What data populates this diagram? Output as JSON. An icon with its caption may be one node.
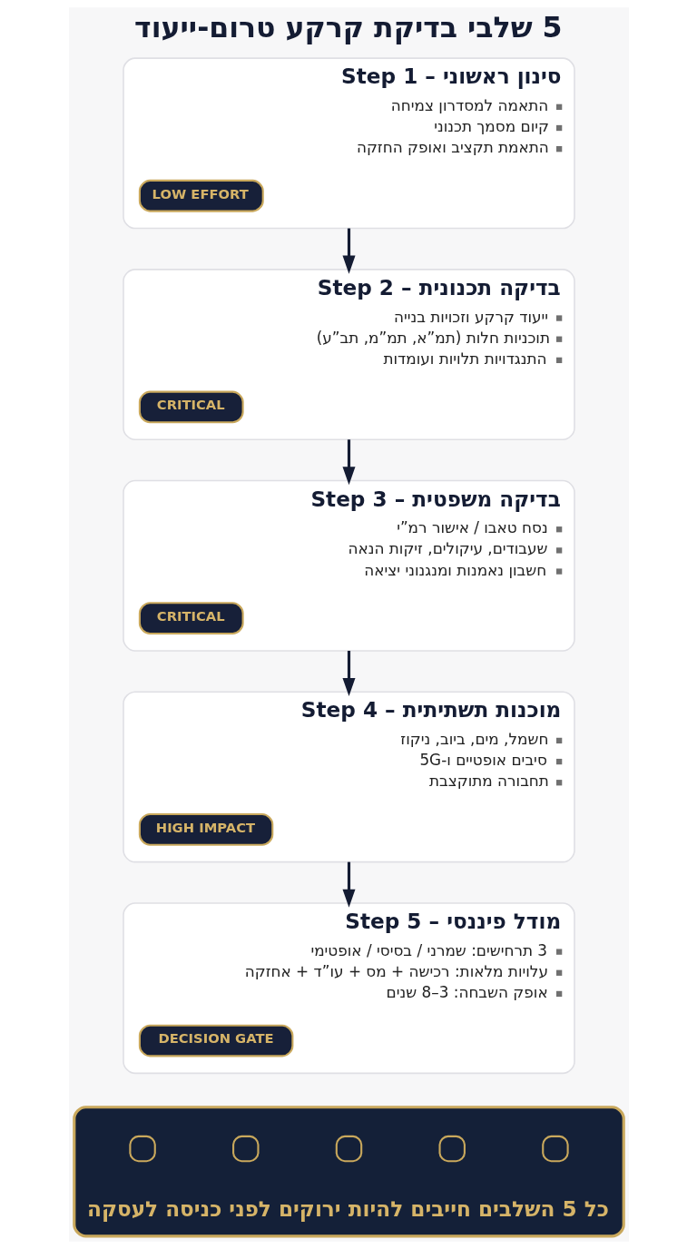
{
  "diagram": {
    "title": "5 שלבי בדיקת קרקע טרום-ייעוד",
    "nodes": [
      {
        "text": [
          "סינון ראשוני – Step 1",
          "התאמה למסדרון צמיחה",
          "קיום מסמך תכנוני",
          "התאמת תקציב ואופק החזקה"
        ]
      },
      {
        "text": [
          "LOW EFFORT"
        ],
        "in": 0
      },
      {
        "text": [
          "בדיקה תכנונית – Step 2",
          "ייעוד קרקע וזכויות בנייה",
          "תוכניות חלות (תמ”א, תמ”מ, תב”ע)",
          "התנגדויות תלויות ועומדות"
        ]
      },
      {
        "text": [
          "CRITICAL"
        ],
        "in": 2
      },
      {
        "text": [
          "בדיקה משפטית – Step 3",
          "נסח טאבו / אישור רמ”י",
          "שעבודים, עיקולים, זיקות הנאה",
          "חשבון נאמנות ומנגנוני יציאה"
        ]
      },
      {
        "text": [
          "CRITICAL"
        ],
        "in": 4
      },
      {
        "text": [
          "מוכנות תשתיתית – Step 4",
          "חשמל, מים, ביוב, ניקוז",
          "סיבים אופטיים ו-5G",
          "תחבורה מתוקצבת"
        ]
      },
      {
        "text": [
          "HIGH IMPACT"
        ],
        "in": 6
      },
      {
        "text": [
          "מודל פיננסי – Step 5",
          "3 תרחישים: שמרני / בסיסי / אופטימי",
          "עלויות מלאות: רכישה + מס + עו”ד + אחזקה",
          "אופק השבחה: 3–8 שנים"
        ]
      },
      {
        "text": [
          "DECISION GATE"
        ],
        "in": 8
      },
      {
        "text": [
          "כל 5 השלבים חייבים להיות ירוקים לפני כניסה לעסקה"
        ]
      }
    ],
    "edges": [
      {
        "from": 0,
        "to": 2,
        "arrow": "to"
      },
      {
        "from": 2,
        "to": 4,
        "arrow": "to"
      },
      {
        "from": 4,
        "to": 6,
        "arrow": "to"
      },
      {
        "from": 6,
        "to": 8,
        "arrow": "to"
      }
    ]
  }
}
